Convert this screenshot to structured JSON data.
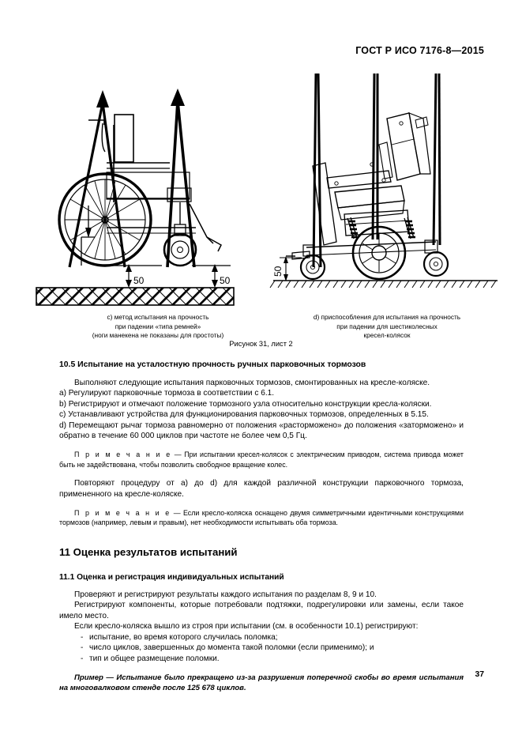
{
  "header": {
    "standard_title": "ГОСТ Р ИСО 7176-8—2015"
  },
  "figures": {
    "caption_c": "c) метод испытания на прочность при падении «типа ремней» (ноги манекена не показаны для простоты)",
    "caption_c_line1": "c) метод испытания на прочность",
    "caption_c_line2": "при падении «типа ремней»",
    "caption_c_line3": "(ноги манекена не показаны для простоты)",
    "caption_d_line1": "d) приспособления для испытания на прочность",
    "caption_d_line2": "при падении для шестиколесных",
    "caption_d_line3": "кресел-колясок",
    "figure_number": "Рисунок 31, лист 2",
    "dimension_left_1": "50",
    "dimension_left_2": "50",
    "dimension_right_1": "50"
  },
  "section_10_5": {
    "heading": "10.5 Испытание на усталостную прочность ручных парковочных тормозов",
    "intro": "Выполняют следующие испытания парковочных тормозов, смонтированных на кресле-коляске.",
    "step_a": "a) Регулируют парковочные тормоза в соответствии с 6.1.",
    "step_b": "b) Регистрируют и отмечают положение тормозного узла относительно конструкции кресла-коляски.",
    "step_c": "c) Устанавливают устройства для функционирования парковочных тормозов, определенных в 5.15.",
    "step_d": "d) Перемещают рычаг тормоза равномерно от положения «расторможено» до положения «заторможено» и обратно в течение 60 000 циклов при частоте не более чем 0,5 Гц.",
    "note_1_label": "П р и м е ч а н и е",
    "note_1_text": " —  При испытании кресел-колясок с электрическим приводом, система привода может быть не задействована, чтобы позволить свободное вращение колес.",
    "repeat_para": "Повторяют процедуру от a) до d) для каждой различной конструкции парковочного тормоза, примененного на кресле-коляске.",
    "note_2_label": "П р и м е ч а н и е",
    "note_2_text": " —  Если кресло-коляска оснащено двумя симметричными идентичными конструкциями тормозов (например, левым и правым), нет необходимости испытывать оба тормоза."
  },
  "section_11": {
    "heading": "11 Оценка результатов испытаний",
    "subsection_heading": "11.1 Оценка и регистрация индивидуальных испытаний",
    "para_1": "Проверяют и регистрируют результаты каждого испытания по разделам 8, 9 и 10.",
    "para_2": "Регистрируют компоненты, которые потребовали подтяжки, подрегулировки или замены, если такое имело место.",
    "para_3": "Если кресло-коляска вышло из строя при испытании (см. в особенности 10.1) регистрируют:",
    "list_items": [
      "испытание, во время которого случилась поломка;",
      "число циклов, завершенных до момента такой поломки (если применимо); и",
      "тип и общее размещение поломки."
    ],
    "example": "Пример — Испытание было прекращено из-за разрушения поперечной скобы во время испытания на многовалковом стенде после 125 678 циклов."
  },
  "footer": {
    "page_number": "37"
  },
  "colors": {
    "ink": "#000000",
    "paper": "#ffffff"
  }
}
